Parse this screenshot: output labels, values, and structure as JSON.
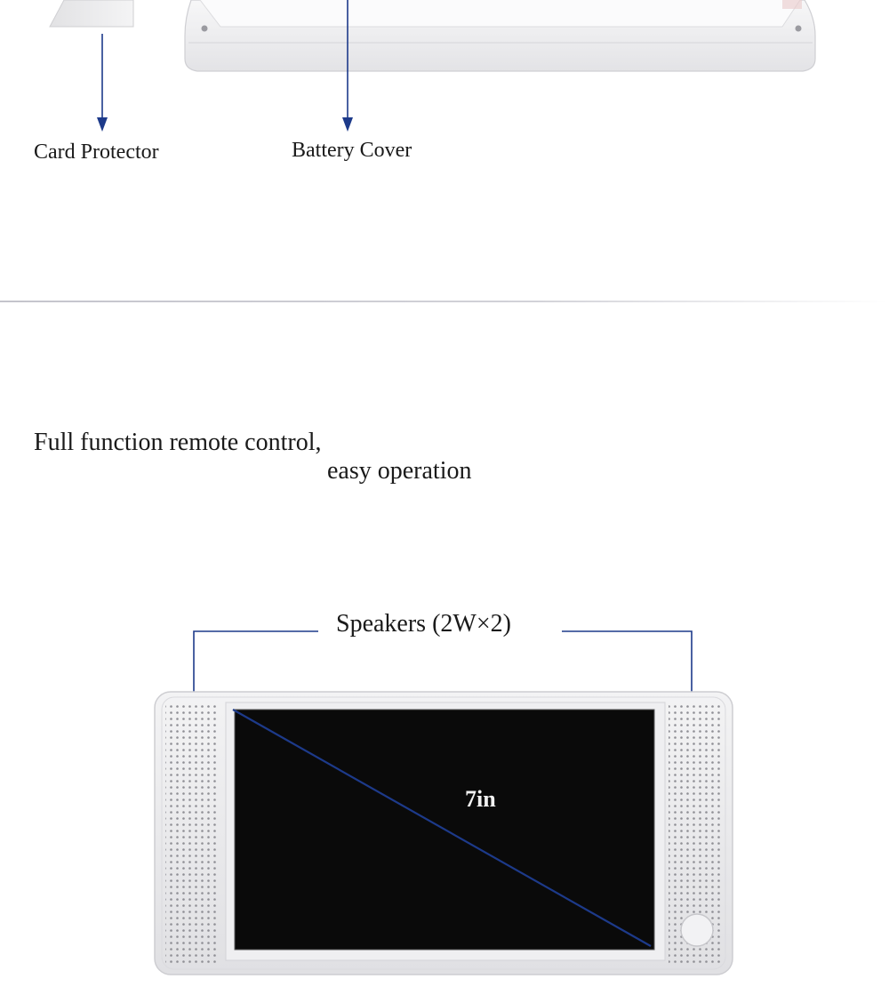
{
  "top_section": {
    "labels": {
      "card_protector": "Card Protector",
      "battery_cover": "Battery Cover"
    }
  },
  "remote_section": {
    "line1": "Full function remote control,",
    "line2": "easy operation"
  },
  "device_section": {
    "speakers_label": "Speakers (2W×2)",
    "screen_size_label": "7in"
  },
  "colors": {
    "pointer_line": "#1d3a8a",
    "device_body": "#e9e9eb",
    "screen": "#0a0a0a"
  }
}
